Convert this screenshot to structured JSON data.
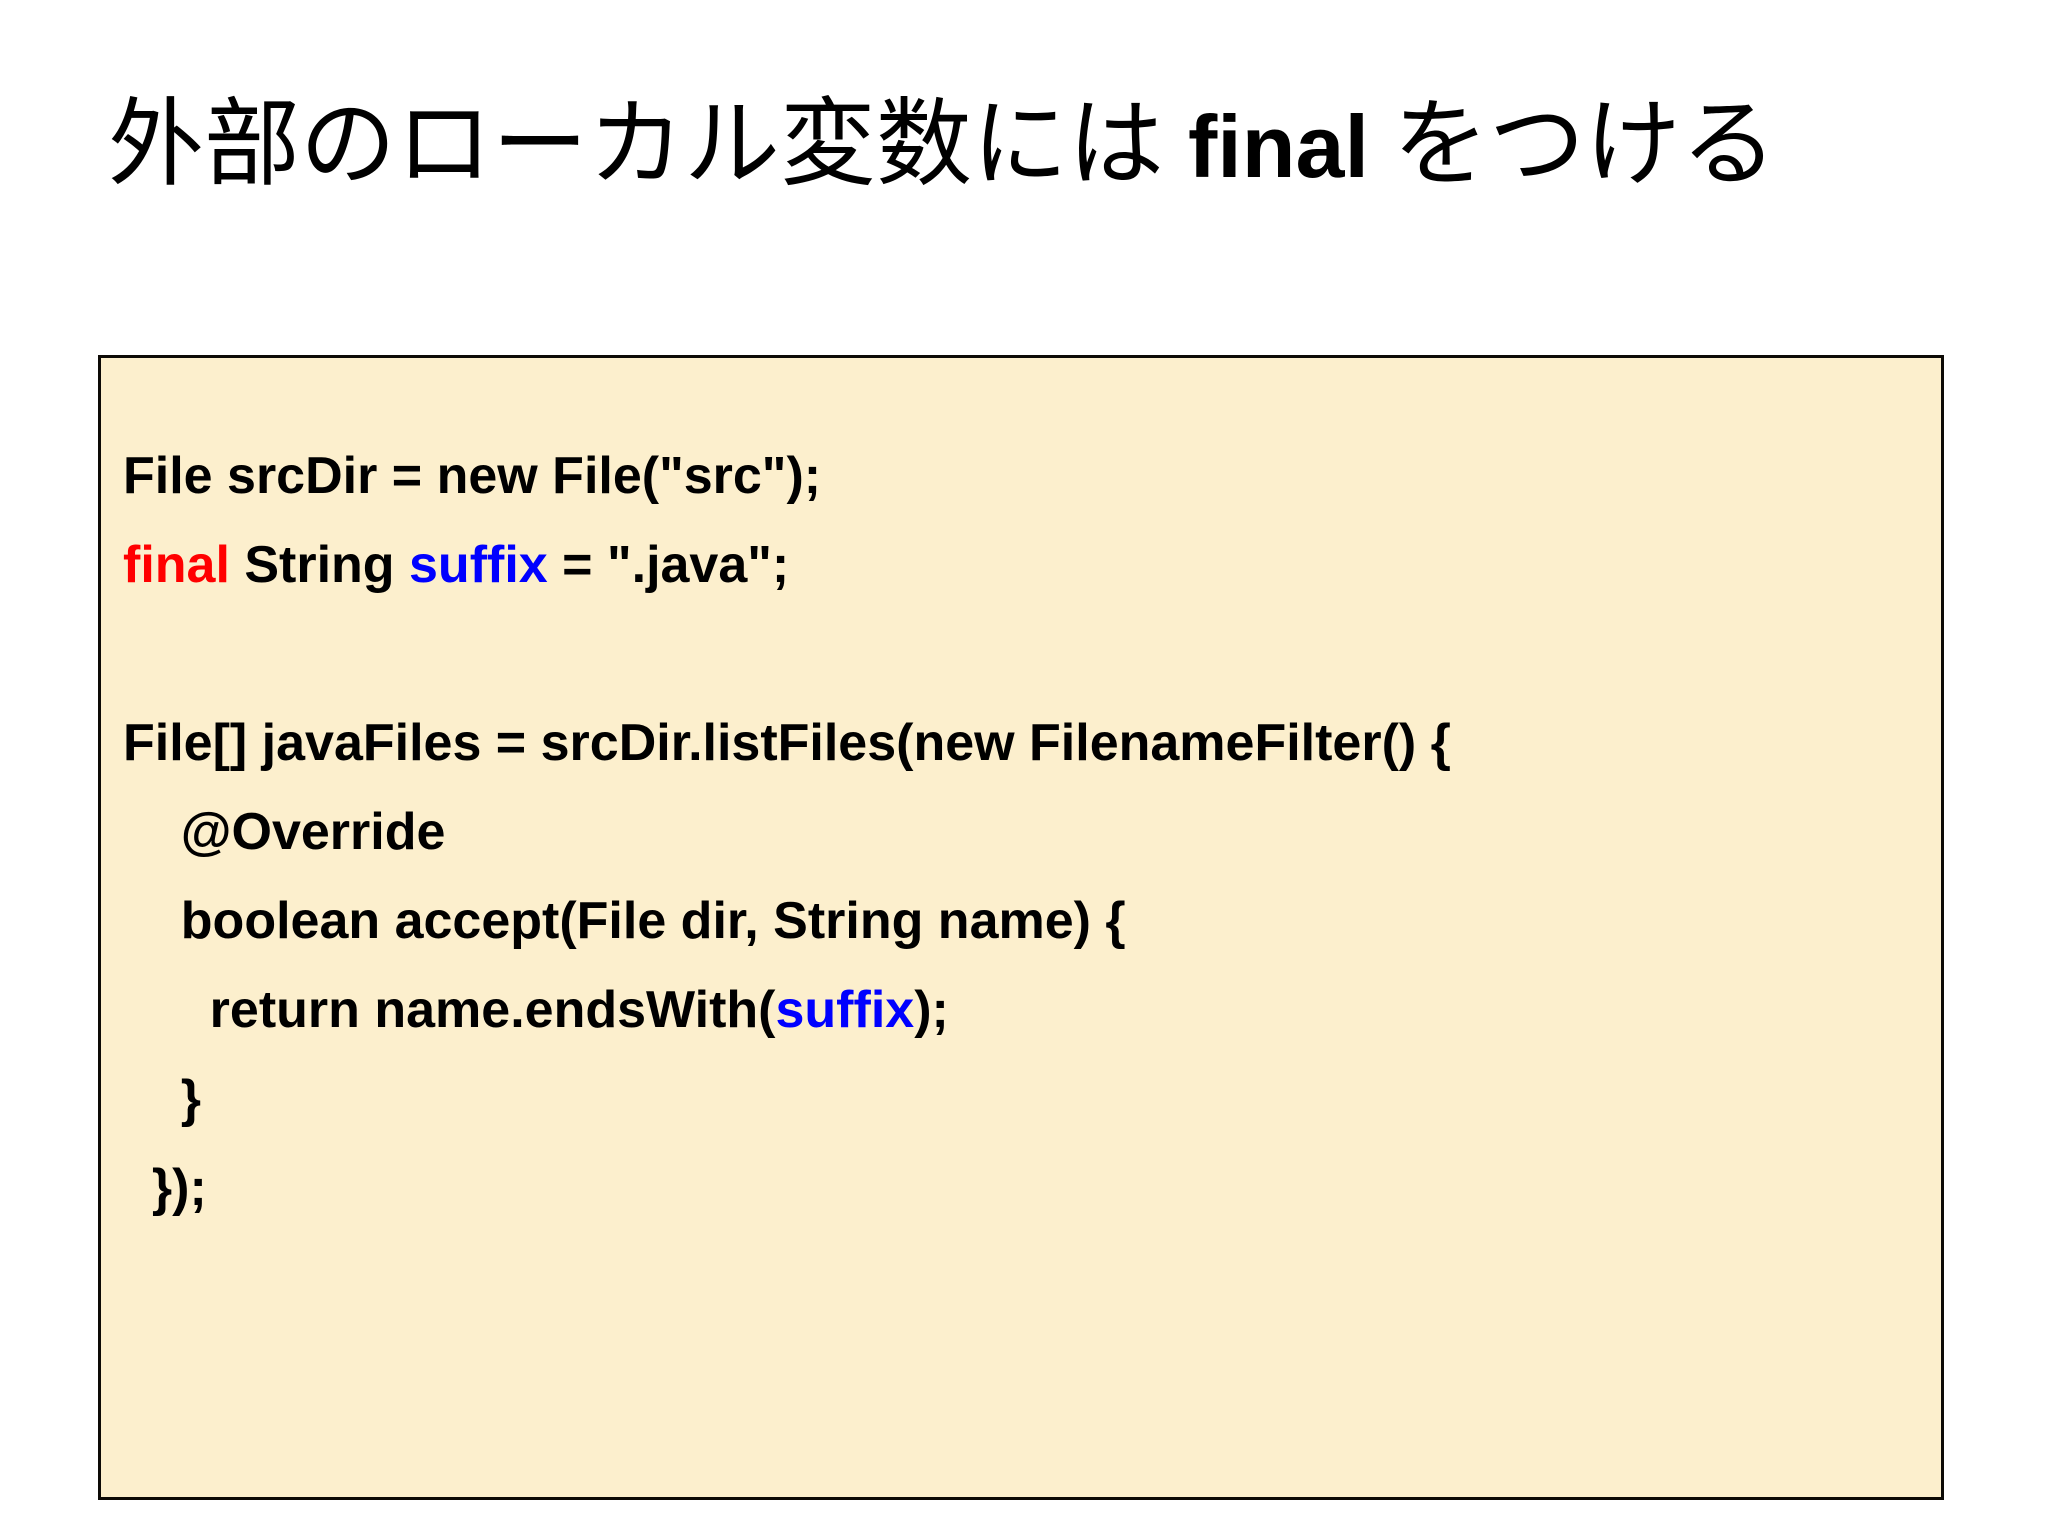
{
  "slide": {
    "title": {
      "segment_1": "外部のローカル変数には ",
      "keyword": "final",
      "segment_2": " をつける"
    },
    "code_box": {
      "background_color": "#FCEFCD",
      "border_color": "#0D0A06",
      "language": "java",
      "lines": [
        {
          "id": "line-1",
          "text": "File srcDir = new File(\"src\");",
          "tokens": [
            {
              "text": "File srcDir = new File(\"src\");",
              "color": "#000000"
            }
          ]
        },
        {
          "id": "line-2",
          "text": "final String suffix = \".java\";",
          "tokens": [
            {
              "text": "final",
              "color": "#FF0000"
            },
            {
              "text": " String ",
              "color": "#000000"
            },
            {
              "text": "suffix",
              "color": "#0000FF"
            },
            {
              "text": " = \".java\";",
              "color": "#000000"
            }
          ]
        },
        {
          "id": "line-3",
          "text": "",
          "tokens": []
        },
        {
          "id": "line-4",
          "text": "File[] javaFiles = srcDir.listFiles(new FilenameFilter() {",
          "tokens": [
            {
              "text": "File[] javaFiles = srcDir.listFiles(new FilenameFilter() {",
              "color": "#000000"
            }
          ]
        },
        {
          "id": "line-5",
          "text": "    @Override",
          "tokens": [
            {
              "text": "    @Override",
              "color": "#000000"
            }
          ]
        },
        {
          "id": "line-6",
          "text": "    boolean accept(File dir, String name) {",
          "tokens": [
            {
              "text": "    boolean accept(File dir, String name) {",
              "color": "#000000"
            }
          ]
        },
        {
          "id": "line-7",
          "text": "      return name.endsWith(suffix);",
          "tokens": [
            {
              "text": "      return name.endsWith(",
              "color": "#000000"
            },
            {
              "text": "suffix",
              "color": "#0000FF"
            },
            {
              "text": ");",
              "color": "#000000"
            }
          ]
        },
        {
          "id": "line-8",
          "text": "    }",
          "tokens": [
            {
              "text": "    }",
              "color": "#000000"
            }
          ]
        },
        {
          "id": "line-9",
          "text": "  });",
          "tokens": [
            {
              "text": "  });",
              "color": "#000000"
            }
          ]
        }
      ]
    }
  }
}
